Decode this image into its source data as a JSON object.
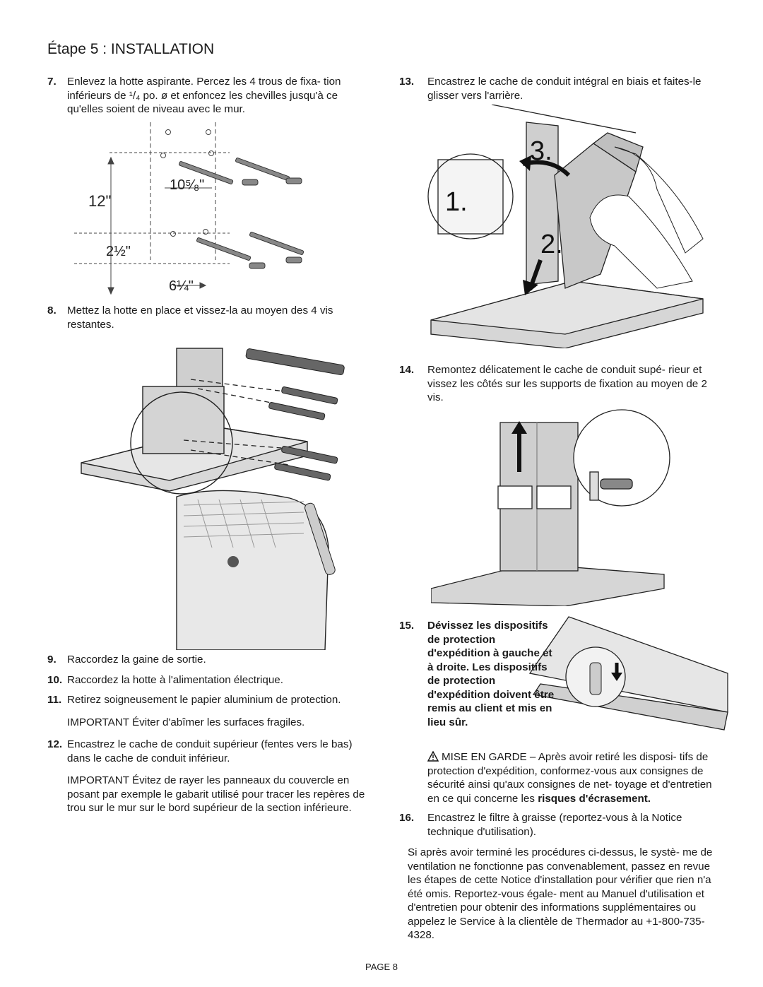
{
  "page": {
    "title": "Étape 5 : INSTALLATION",
    "page_number": "PAGE 8"
  },
  "left": {
    "step7": {
      "num": "7.",
      "text": "Enlevez la hotte aspirante. Percez les 4 trous de fixa- tion inférieurs de ¹/₄ po. ø et enfoncez les chevilles jusqu'à ce qu'elles soient de niveau avec le mur."
    },
    "fig7": {
      "dim_height": "12\"",
      "dim_top_width": "10⁵⁄₈\"",
      "dim_small": "2½\"",
      "dim_bottom_width": "6¼\""
    },
    "step8": {
      "num": "8.",
      "text": "Mettez la hotte en place et vissez-la au moyen des 4 vis restantes."
    },
    "step9": {
      "num": "9.",
      "text": "Raccordez la gaine de sortie."
    },
    "step10": {
      "num": "10.",
      "text": "Raccordez la hotte à l'alimentation électrique."
    },
    "step11": {
      "num": "11.",
      "text": "Retirez soigneusement le papier aluminium de protection."
    },
    "important1": "IMPORTANT Éviter d'abîmer les surfaces fragiles.",
    "step12": {
      "num": "12.",
      "text": "Encastrez le cache de conduit supérieur (fentes vers le bas) dans le cache de conduit inférieur."
    },
    "important2": "IMPORTANT Évitez de rayer les panneaux du couvercle en posant par exemple le gabarit utilisé pour tracer les repères de trou sur le mur sur le bord supérieur de la section inférieure."
  },
  "right": {
    "step13": {
      "num": "13.",
      "text": "Encastrez le cache de conduit intégral en biais et faites-le glisser vers l'arrière."
    },
    "fig13": {
      "label1": "1.",
      "label2": "2.",
      "label3": "3."
    },
    "step14": {
      "num": "14.",
      "text": "Remontez délicatement le cache de conduit supé- rieur et vissez les côtés sur les supports de fixation au moyen de 2 vis."
    },
    "step15": {
      "num": "15.",
      "text": "Dévissez les dispositifs de protection d'expédition à gauche et à droite. Les dispositifs de protection d'expédition doivent être remis au client et mis en lieu sûr."
    },
    "warning": {
      "text": "MISE EN GARDE – Après avoir retiré les disposi- tifs de protection d'expédition, conformez-vous aux consignes de sécurité ainsi qu'aux consignes de net- toyage et d'entretien en ce qui concerne les",
      "bold_end": "risques d'écrasement."
    },
    "step16": {
      "num": "16.",
      "text": "Encastrez le filtre à graisse (reportez-vous à la Notice technique d'utilisation)."
    },
    "closing": "Si après avoir terminé les procédures ci-dessus, le systè- me de ventilation ne fonctionne pas convenablement, passez en revue les étapes de cette Notice d'installation pour vérifier que rien n'a été omis. Reportez-vous égale- ment au Manuel d'utilisation et d'entretien pour obtenir des informations supplémentaires ou appelez le Service à la clientèle de Thermador au +1-800-735-4328."
  }
}
